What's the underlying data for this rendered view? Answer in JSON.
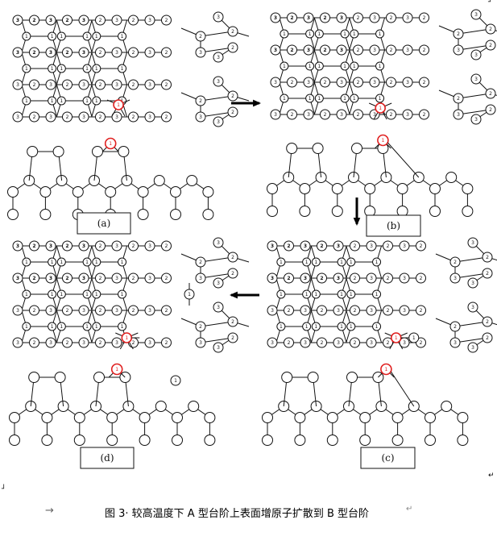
{
  "caption": {
    "text": "图 3· 较高温度下 A 型台阶上表面增原子扩散到 B 型台阶",
    "arrow_glyph": "→",
    "return_glyph": "↵"
  },
  "panels": [
    {
      "id": "a",
      "label": "(a)"
    },
    {
      "id": "b",
      "label": "(b)"
    },
    {
      "id": "c",
      "label": "(c)"
    },
    {
      "id": "d",
      "label": "(d)"
    }
  ],
  "node_labels": {
    "layer3": "3",
    "layer2": "2",
    "layer1": "1"
  },
  "marks": {
    "return": "↵",
    "corner": "┘"
  },
  "colors": {
    "highlight": "#e02020",
    "stroke": "#111111",
    "background": "#ffffff"
  }
}
